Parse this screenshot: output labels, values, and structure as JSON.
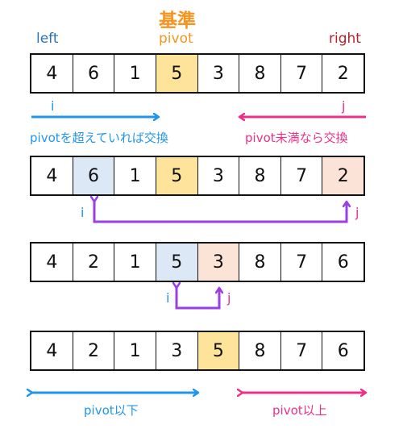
{
  "colors": {
    "pivot_fill": "#fde49a",
    "left_fill": "#dde8f6",
    "right_fill": "#fbe3d7",
    "blue": "#1f95ee",
    "pink": "#ee2f87",
    "purple": "#9c3ee6",
    "orange": "#f7941d",
    "dark_blue": "#2b73b7",
    "dark_red": "#b6232c",
    "border": "#111111"
  },
  "header": {
    "kijun": "基準",
    "pivot": "pivot",
    "left": "left",
    "right": "right"
  },
  "rows": [
    {
      "cells": [
        {
          "v": "4",
          "fill": ""
        },
        {
          "v": "6",
          "fill": ""
        },
        {
          "v": "1",
          "fill": ""
        },
        {
          "v": "5",
          "fill": "pivot"
        },
        {
          "v": "3",
          "fill": ""
        },
        {
          "v": "8",
          "fill": ""
        },
        {
          "v": "7",
          "fill": ""
        },
        {
          "v": "2",
          "fill": ""
        }
      ]
    },
    {
      "cells": [
        {
          "v": "4",
          "fill": ""
        },
        {
          "v": "6",
          "fill": "left"
        },
        {
          "v": "1",
          "fill": ""
        },
        {
          "v": "5",
          "fill": "pivot"
        },
        {
          "v": "3",
          "fill": ""
        },
        {
          "v": "8",
          "fill": ""
        },
        {
          "v": "7",
          "fill": ""
        },
        {
          "v": "2",
          "fill": "right"
        }
      ]
    },
    {
      "cells": [
        {
          "v": "4",
          "fill": ""
        },
        {
          "v": "2",
          "fill": ""
        },
        {
          "v": "1",
          "fill": ""
        },
        {
          "v": "5",
          "fill": "left"
        },
        {
          "v": "3",
          "fill": "right"
        },
        {
          "v": "8",
          "fill": ""
        },
        {
          "v": "7",
          "fill": ""
        },
        {
          "v": "6",
          "fill": ""
        }
      ]
    },
    {
      "cells": [
        {
          "v": "4",
          "fill": ""
        },
        {
          "v": "2",
          "fill": ""
        },
        {
          "v": "1",
          "fill": ""
        },
        {
          "v": "3",
          "fill": ""
        },
        {
          "v": "5",
          "fill": "pivot"
        },
        {
          "v": "8",
          "fill": ""
        },
        {
          "v": "7",
          "fill": ""
        },
        {
          "v": "6",
          "fill": ""
        }
      ]
    }
  ],
  "labels": {
    "i": "i",
    "j": "j",
    "left_rule": "pivotを超えていれば交換",
    "right_rule": "pivot未満なら交換",
    "lower": "pivot以下",
    "upper": "pivot以上"
  }
}
